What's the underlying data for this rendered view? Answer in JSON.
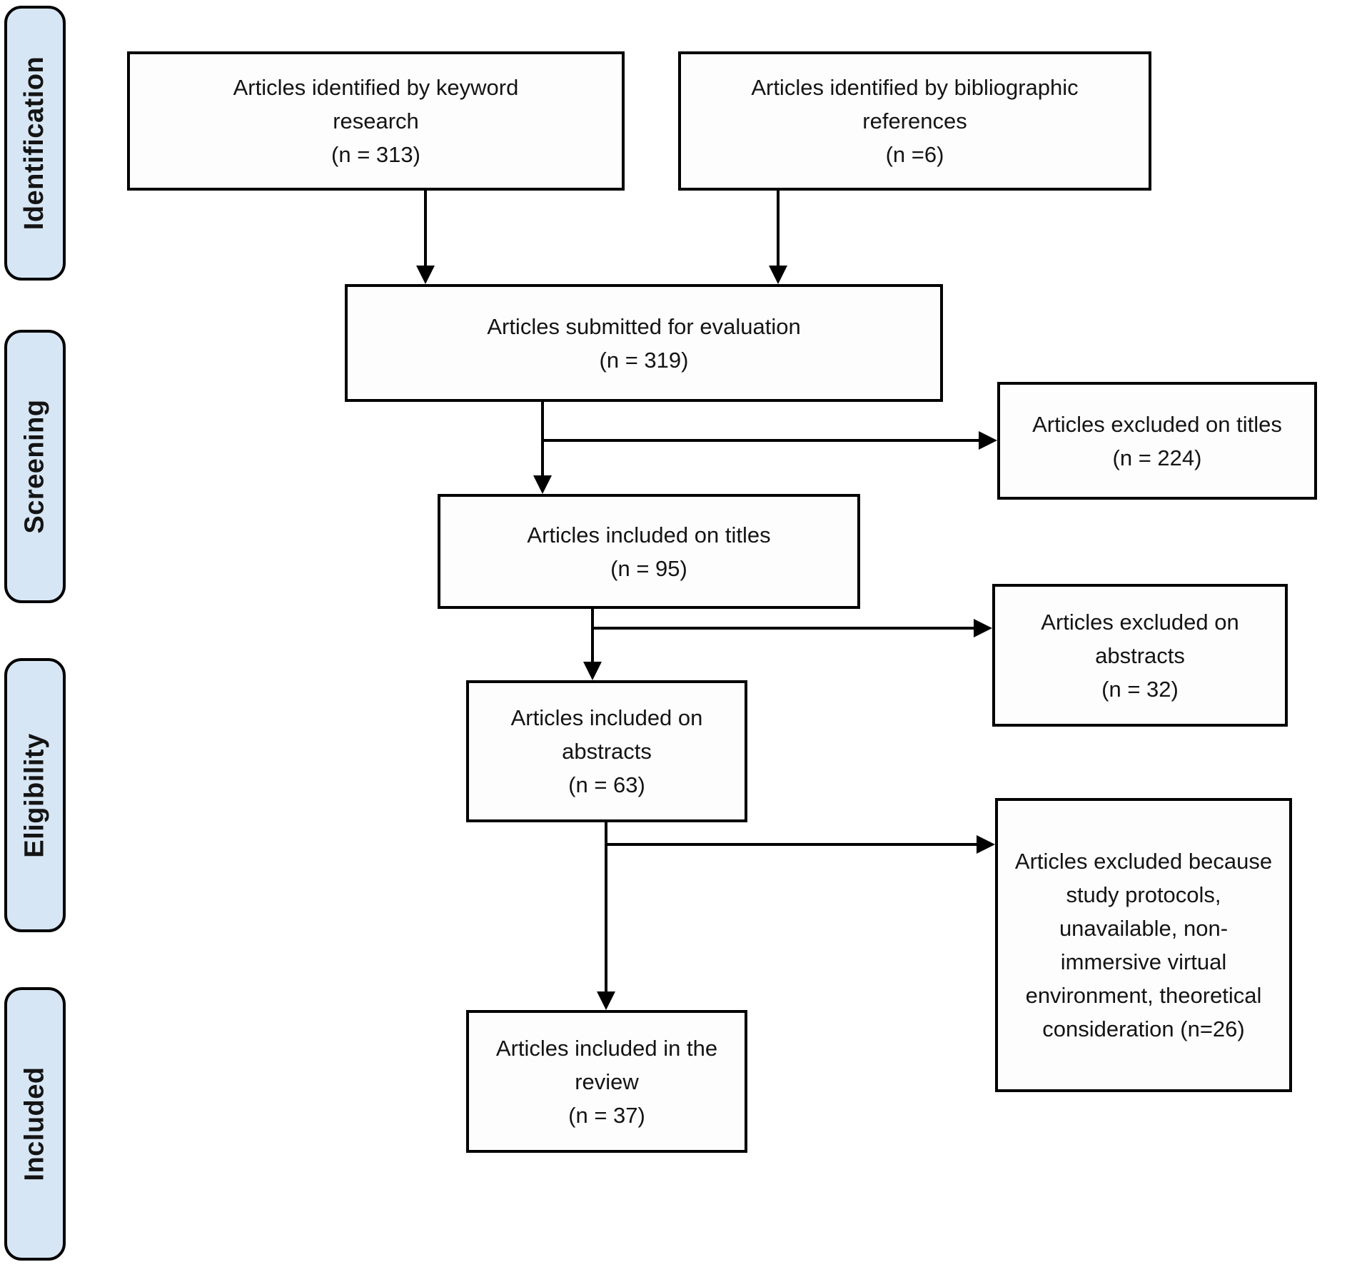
{
  "stages": [
    {
      "id": "identification",
      "label": "Identification"
    },
    {
      "id": "screening",
      "label": "Screening"
    },
    {
      "id": "eligibility",
      "label": "Eligibility"
    },
    {
      "id": "included",
      "label": "Included"
    }
  ],
  "boxes": {
    "identified_keyword": {
      "lines": [
        "Articles identified by keyword",
        "research",
        "(n = 313)"
      ],
      "n": 313
    },
    "identified_bibliographic": {
      "lines": [
        "Articles identified by bibliographic",
        "references",
        "(n =6)"
      ],
      "n": 6
    },
    "submitted_evaluation": {
      "lines": [
        "Articles submitted for evaluation",
        "(n = 319)"
      ],
      "n": 319
    },
    "excluded_titles": {
      "lines": [
        "Articles excluded on titles",
        "(n = 224)"
      ],
      "n": 224
    },
    "included_titles": {
      "lines": [
        "Articles included on titles",
        "(n = 95)"
      ],
      "n": 95
    },
    "excluded_abstracts": {
      "lines": [
        "Articles excluded on",
        "abstracts",
        "(n = 32)"
      ],
      "n": 32
    },
    "included_abstracts": {
      "lines": [
        "Articles included on",
        "abstracts",
        "(n = 63)"
      ],
      "n": 63
    },
    "excluded_fulltext_reasons": {
      "lines": [
        "Articles excluded because",
        "study protocols,",
        "unavailable, non-",
        "immersive virtual",
        "environment, theoretical",
        "consideration (n=26)"
      ],
      "n": 26
    },
    "included_review": {
      "lines": [
        "Articles included in the",
        "review",
        "(n = 37)"
      ],
      "n": 37
    }
  },
  "connections": [
    {
      "from": "identified_keyword",
      "to": "submitted_evaluation"
    },
    {
      "from": "identified_bibliographic",
      "to": "submitted_evaluation"
    },
    {
      "from": "submitted_evaluation",
      "to": "included_titles"
    },
    {
      "from": "submitted_evaluation",
      "to": "excluded_titles"
    },
    {
      "from": "included_titles",
      "to": "included_abstracts"
    },
    {
      "from": "included_titles",
      "to": "excluded_abstracts"
    },
    {
      "from": "included_abstracts",
      "to": "included_review"
    },
    {
      "from": "included_abstracts",
      "to": "excluded_fulltext_reasons"
    }
  ],
  "colors": {
    "stage-fill": "#d7e6f4",
    "stage-border": "#000000",
    "box-fill": "#fdfdfd",
    "box-border": "#000000",
    "arrow": "#000000",
    "text": "#141414",
    "background": "#ffffff"
  }
}
